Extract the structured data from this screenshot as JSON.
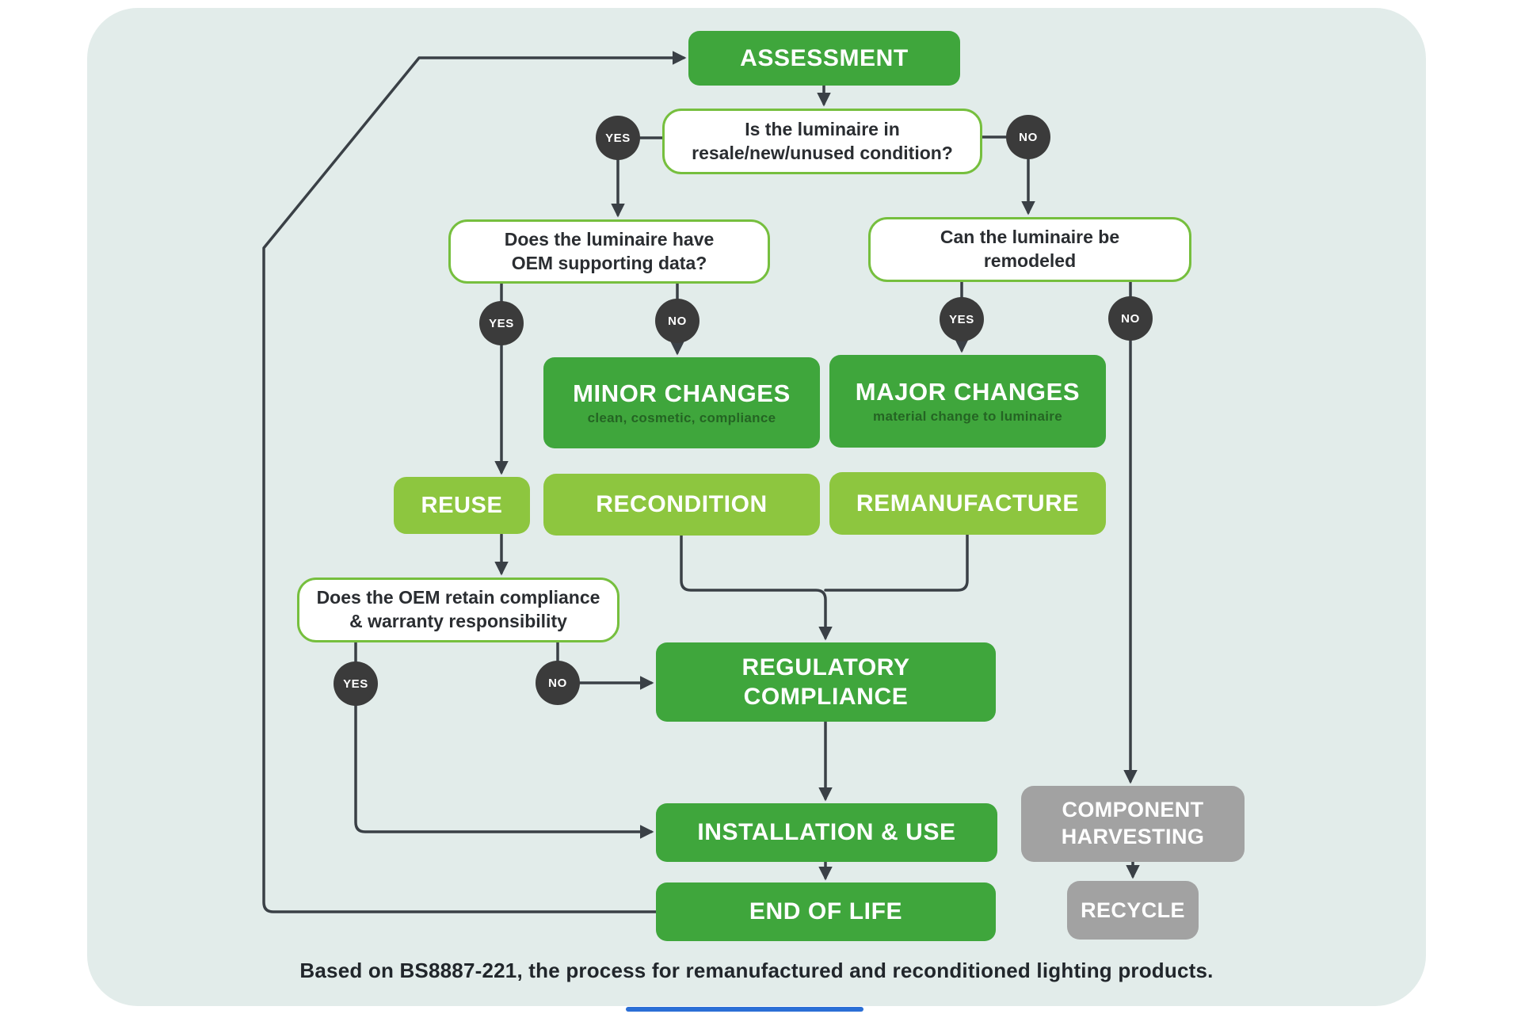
{
  "diagram": {
    "process_nodes": {
      "assessment": "ASSESSMENT",
      "minor_changes": {
        "title": "MINOR CHANGES",
        "subtitle": "clean, cosmetic, compliance"
      },
      "major_changes": {
        "title": "MAJOR CHANGES",
        "subtitle": "material change to luminaire"
      },
      "reuse": "REUSE",
      "recondition": "RECONDITION",
      "remanufacture": "REMANUFACTURE",
      "regulatory_compliance": "REGULATORY COMPLIANCE",
      "installation_use": "INSTALLATION & USE",
      "end_of_life": "END OF LIFE",
      "component_harvesting": "COMPONENT HARVESTING",
      "recycle": "RECYCLE"
    },
    "decisions": {
      "condition": {
        "line1": "Is the luminaire in",
        "line2": "resale/new/unused condition?"
      },
      "oem_data": {
        "line1": "Does the luminaire have",
        "line2": "OEM supporting data?"
      },
      "remodel": {
        "line1": "Can the luminaire be",
        "line2": "remodeled"
      },
      "oem_warranty": {
        "line1": "Does the OEM retain compliance",
        "line2": "& warranty responsibility"
      }
    },
    "labels": {
      "yes": "YES",
      "no": "NO"
    },
    "caption": "Based on BS8887-221, the process for remanufactured and reconditioned lighting products.",
    "colors": {
      "process_green": "#3fa63c",
      "action_light_green": "#8dc63f",
      "decision_border_green": "#76bf3e",
      "end_gray": "#a2a2a2",
      "badge_dark": "#3b3b3b",
      "panel_teal": "#e2ecea",
      "wire_dark": "#3a4046"
    }
  }
}
